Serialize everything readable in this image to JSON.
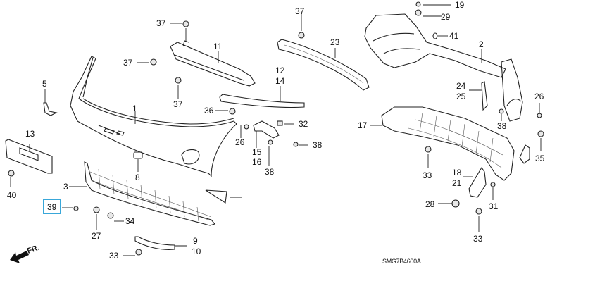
{
  "diagram": {
    "title": "Front Bumper Exploded Parts Diagram",
    "code": "SMG7B4600A",
    "direction_label": "FR.",
    "highlight_color": "#39a7d9",
    "highlighted_part": "39",
    "callouts": {
      "c1": "1",
      "c2": "2",
      "c3": "3",
      "c5": "5",
      "c8": "8",
      "c9": "9",
      "c10": "10",
      "c11": "11",
      "c12": "12",
      "c13": "13",
      "c14": "14",
      "c15": "15",
      "c16": "16",
      "c17": "17",
      "c18": "18",
      "c19": "19",
      "c21": "21",
      "c23": "23",
      "c24": "24",
      "c25": "25",
      "c26a": "26",
      "c26b": "26",
      "c27": "27",
      "c28": "28",
      "c29": "29",
      "c31": "31",
      "c32": "32",
      "c33a": "33",
      "c33b": "33",
      "c33c": "33",
      "c34": "34",
      "c35": "35",
      "c36": "36",
      "c37a": "37",
      "c37b": "37",
      "c37c": "37",
      "c37d": "37",
      "c38a": "38",
      "c38b": "38",
      "c38c": "38",
      "c39": "39",
      "c40": "40",
      "c41": "41"
    }
  }
}
